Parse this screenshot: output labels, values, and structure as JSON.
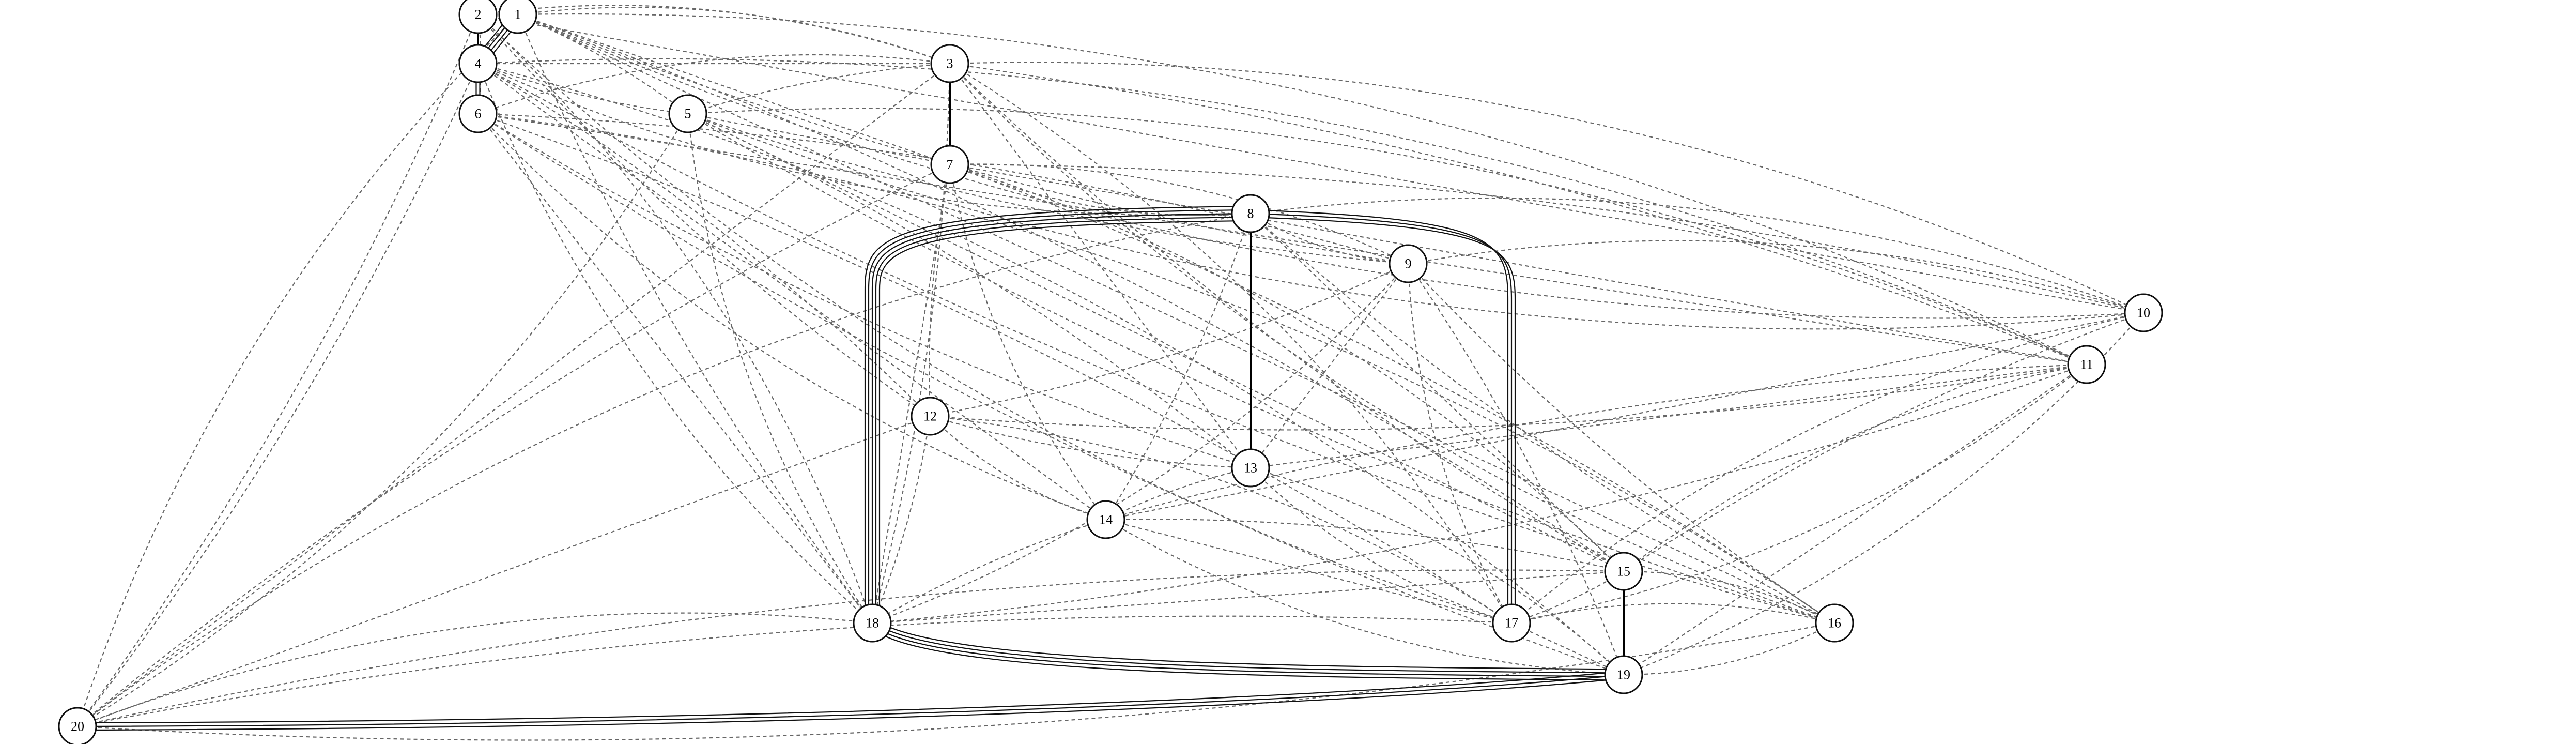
{
  "graph": {
    "nodes": [
      {
        "id": "1",
        "label": "1"
      },
      {
        "id": "2",
        "label": "2"
      },
      {
        "id": "3",
        "label": "3"
      },
      {
        "id": "4",
        "label": "4"
      },
      {
        "id": "5",
        "label": "5"
      },
      {
        "id": "6",
        "label": "6"
      },
      {
        "id": "7",
        "label": "7"
      },
      {
        "id": "8",
        "label": "8"
      },
      {
        "id": "9",
        "label": "9"
      },
      {
        "id": "10",
        "label": "10"
      },
      {
        "id": "11",
        "label": "11"
      },
      {
        "id": "12",
        "label": "12"
      },
      {
        "id": "13",
        "label": "13"
      },
      {
        "id": "14",
        "label": "14"
      },
      {
        "id": "15",
        "label": "15"
      },
      {
        "id": "16",
        "label": "16"
      },
      {
        "id": "17",
        "label": "17"
      },
      {
        "id": "18",
        "label": "18"
      },
      {
        "id": "19",
        "label": "19"
      },
      {
        "id": "20",
        "label": "20"
      }
    ],
    "solid_edges": [
      {
        "source": "2",
        "target": "4",
        "multiplicity": 1
      },
      {
        "source": "1",
        "target": "4",
        "multiplicity": 4
      },
      {
        "source": "4",
        "target": "6",
        "multiplicity": 2
      },
      {
        "source": "3",
        "target": "7",
        "multiplicity": 1
      },
      {
        "source": "8",
        "target": "13",
        "multiplicity": 1
      },
      {
        "source": "8",
        "target": "18",
        "multiplicity": 5
      },
      {
        "source": "8",
        "target": "17",
        "multiplicity": 3
      },
      {
        "source": "15",
        "target": "19",
        "multiplicity": 1
      },
      {
        "source": "18",
        "target": "19",
        "multiplicity": 4
      },
      {
        "source": "20",
        "target": "19",
        "multiplicity": 3
      }
    ],
    "dashed_edges": [
      [
        "1",
        "3"
      ],
      [
        "1",
        "5"
      ],
      [
        "1",
        "7"
      ],
      [
        "1",
        "9"
      ],
      [
        "1",
        "10"
      ],
      [
        "1",
        "11"
      ],
      [
        "1",
        "15"
      ],
      [
        "1",
        "16"
      ],
      [
        "1",
        "18"
      ],
      [
        "1",
        "20"
      ],
      [
        "2",
        "3"
      ],
      [
        "2",
        "6"
      ],
      [
        "2",
        "10"
      ],
      [
        "2",
        "12"
      ],
      [
        "2",
        "17"
      ],
      [
        "2",
        "18"
      ],
      [
        "2",
        "20"
      ],
      [
        "3",
        "4"
      ],
      [
        "3",
        "5"
      ],
      [
        "3",
        "6"
      ],
      [
        "3",
        "10"
      ],
      [
        "3",
        "11"
      ],
      [
        "3",
        "13"
      ],
      [
        "3",
        "15"
      ],
      [
        "3",
        "16"
      ],
      [
        "3",
        "17"
      ],
      [
        "3",
        "18"
      ],
      [
        "3",
        "20"
      ],
      [
        "4",
        "5"
      ],
      [
        "4",
        "8"
      ],
      [
        "4",
        "11"
      ],
      [
        "4",
        "12"
      ],
      [
        "4",
        "14"
      ],
      [
        "4",
        "16"
      ],
      [
        "4",
        "18"
      ],
      [
        "4",
        "19"
      ],
      [
        "4",
        "20"
      ],
      [
        "5",
        "7"
      ],
      [
        "5",
        "9"
      ],
      [
        "5",
        "10"
      ],
      [
        "5",
        "11"
      ],
      [
        "5",
        "13"
      ],
      [
        "5",
        "15"
      ],
      [
        "5",
        "16"
      ],
      [
        "5",
        "18"
      ],
      [
        "5",
        "20"
      ],
      [
        "6",
        "9"
      ],
      [
        "6",
        "11"
      ],
      [
        "6",
        "13"
      ],
      [
        "6",
        "14"
      ],
      [
        "6",
        "16"
      ],
      [
        "6",
        "17"
      ],
      [
        "6",
        "18"
      ],
      [
        "6",
        "19"
      ],
      [
        "7",
        "8"
      ],
      [
        "7",
        "9"
      ],
      [
        "7",
        "10"
      ],
      [
        "7",
        "11"
      ],
      [
        "7",
        "12"
      ],
      [
        "7",
        "14"
      ],
      [
        "7",
        "15"
      ],
      [
        "7",
        "16"
      ],
      [
        "7",
        "18"
      ],
      [
        "7",
        "20"
      ],
      [
        "8",
        "9"
      ],
      [
        "8",
        "10"
      ],
      [
        "8",
        "14"
      ],
      [
        "8",
        "15"
      ],
      [
        "8",
        "16"
      ],
      [
        "8",
        "20"
      ],
      [
        "9",
        "10"
      ],
      [
        "9",
        "12"
      ],
      [
        "9",
        "13"
      ],
      [
        "9",
        "16"
      ],
      [
        "9",
        "17"
      ],
      [
        "9",
        "18"
      ],
      [
        "9",
        "19"
      ],
      [
        "10",
        "14"
      ],
      [
        "10",
        "15"
      ],
      [
        "10",
        "17"
      ],
      [
        "10",
        "19"
      ],
      [
        "11",
        "12"
      ],
      [
        "11",
        "13"
      ],
      [
        "11",
        "14"
      ],
      [
        "11",
        "15"
      ],
      [
        "11",
        "17"
      ],
      [
        "11",
        "18"
      ],
      [
        "11",
        "19"
      ],
      [
        "12",
        "13"
      ],
      [
        "12",
        "14"
      ],
      [
        "12",
        "17"
      ],
      [
        "12",
        "18"
      ],
      [
        "12",
        "20"
      ],
      [
        "13",
        "14"
      ],
      [
        "13",
        "17"
      ],
      [
        "13",
        "19"
      ],
      [
        "14",
        "15"
      ],
      [
        "14",
        "17"
      ],
      [
        "14",
        "18"
      ],
      [
        "14",
        "19"
      ],
      [
        "15",
        "16"
      ],
      [
        "15",
        "17"
      ],
      [
        "15",
        "18"
      ],
      [
        "15",
        "20"
      ],
      [
        "16",
        "17"
      ],
      [
        "16",
        "19"
      ],
      [
        "16",
        "20"
      ],
      [
        "17",
        "19"
      ],
      [
        "17",
        "20"
      ],
      [
        "18",
        "20"
      ]
    ]
  }
}
